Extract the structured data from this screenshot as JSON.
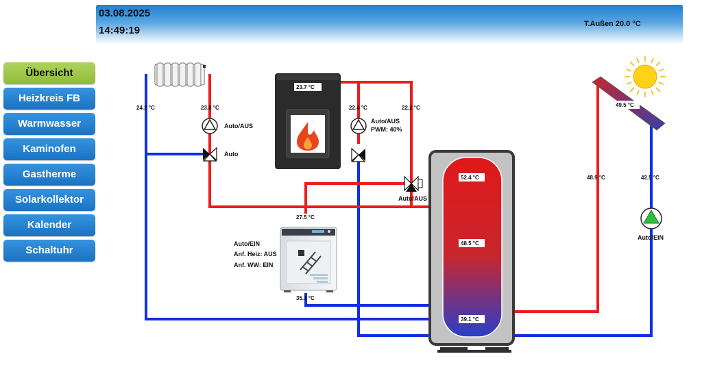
{
  "header": {
    "date": "03.08.2025",
    "time": "14:49:19",
    "outside_temp": "T.Außen 20.0 °C"
  },
  "nav": {
    "items": [
      {
        "label": "Übersicht",
        "active": true
      },
      {
        "label": "Heizkreis FB",
        "active": false
      },
      {
        "label": "Warmwasser",
        "active": false
      },
      {
        "label": "Kaminofen",
        "active": false
      },
      {
        "label": "Gastherme",
        "active": false
      },
      {
        "label": "Solarkollektor",
        "active": false
      },
      {
        "label": "Kalender",
        "active": false
      },
      {
        "label": "Schaltuhr",
        "active": false
      }
    ]
  },
  "heating_circuit": {
    "return_temp": "24.2 °C",
    "flow_temp": "23.8 °C",
    "pump_mode": "Auto/AUS",
    "mixer_mode": "Auto"
  },
  "stove": {
    "temp": "23.7 °C",
    "return_temp": "22.4 °C",
    "flow_temp": "22.2 °C",
    "pump_mode": "Auto/AUS",
    "pump_pwm": "PWM: 40%",
    "valve_mode": "Auto/AUS"
  },
  "boiler": {
    "flow_temp": "27.5 °C",
    "return_temp": "35.1 °C",
    "mode": "Auto/EIN",
    "heating_request": "Anf. Heiz: AUS",
    "ww_request": "Anf. WW: EIN"
  },
  "tank": {
    "top_temp": "52.4 °C",
    "middle_temp": "48.5 °C",
    "bottom_temp": "39.1 °C"
  },
  "solar": {
    "collector_temp": "49.5 °C",
    "flow_temp": "48.9 °C",
    "return_temp": "42.5 °C",
    "pump_mode": "Auto/EIN"
  },
  "colors": {
    "hot_pipe": "#ee1c1c",
    "cold_pipe": "#1030e0",
    "nav_button": "#1f7dd0",
    "nav_active": "#9ac748",
    "header": "#2a86d6"
  }
}
